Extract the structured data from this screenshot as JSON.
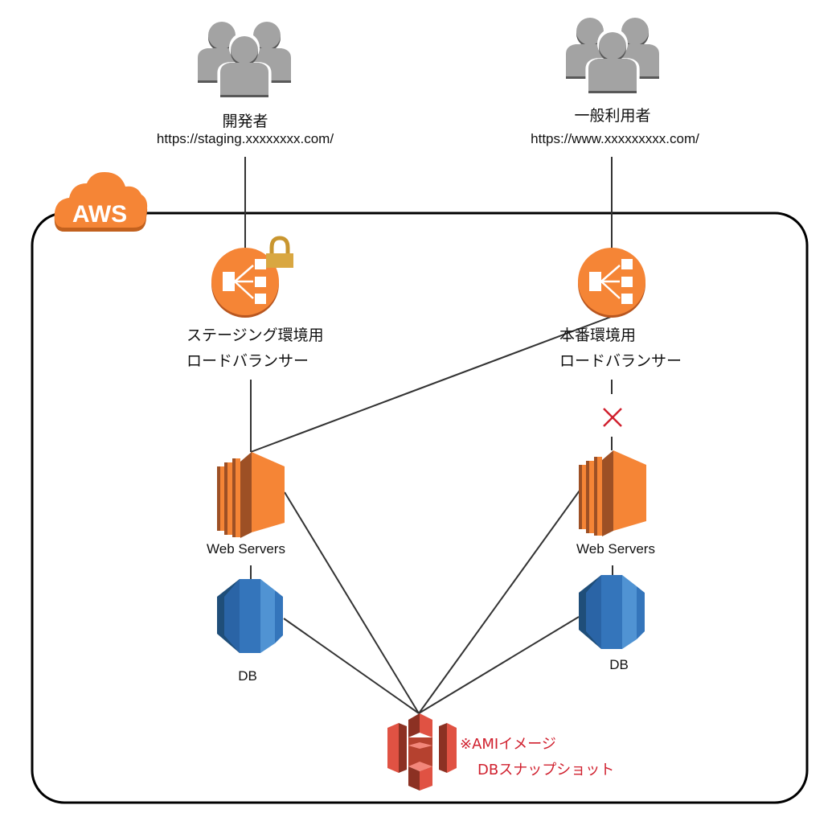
{
  "diagram": {
    "container": {
      "label": "AWS"
    },
    "users": [
      {
        "id": "developers",
        "name": "開発者",
        "url": "https://staging.xxxxxxxx.com/",
        "icon": "users-group-icon"
      },
      {
        "id": "general_users",
        "name": "一般利用者",
        "url": "https://www.xxxxxxxxx.com/",
        "icon": "users-group-icon"
      }
    ],
    "load_balancers": [
      {
        "id": "staging_lb",
        "line1": "ステージング環境用",
        "line2": "ロードバランサー",
        "icon": "elastic-load-balancer-icon",
        "badge": "lock-icon"
      },
      {
        "id": "prod_lb",
        "line1": "本番環境用",
        "line2": "ロードバランサー",
        "icon": "elastic-load-balancer-icon"
      }
    ],
    "web_servers": [
      {
        "id": "staging_web",
        "label": "Web Servers",
        "icon": "ec2-instances-icon"
      },
      {
        "id": "prod_web",
        "label": "Web Servers",
        "icon": "ec2-instances-icon"
      }
    ],
    "databases": [
      {
        "id": "staging_db",
        "label": "DB",
        "icon": "rds-database-icon"
      },
      {
        "id": "prod_db",
        "label": "DB",
        "icon": "rds-database-icon"
      }
    ],
    "storage": {
      "id": "s3",
      "icon": "s3-bucket-icon",
      "note_line1": "※AMIイメージ",
      "note_line2": "DBスナップショット"
    },
    "connections": [
      {
        "from": "developers",
        "to": "staging_lb"
      },
      {
        "from": "general_users",
        "to": "prod_lb"
      },
      {
        "from": "staging_lb",
        "to": "staging_web"
      },
      {
        "from": "prod_lb",
        "to": "staging_web"
      },
      {
        "from": "prod_lb",
        "to": "prod_web",
        "status": "disconnected",
        "marker": "×"
      },
      {
        "from": "staging_web",
        "to": "staging_db"
      },
      {
        "from": "prod_web",
        "to": "prod_db"
      },
      {
        "from": "staging_web",
        "to": "s3"
      },
      {
        "from": "staging_db",
        "to": "s3"
      },
      {
        "from": "prod_web",
        "to": "s3"
      },
      {
        "from": "prod_db",
        "to": "s3"
      }
    ],
    "colors": {
      "aws_orange": "#f58536",
      "ec2_dark": "#9d5025",
      "rds_blue": "#2e73b8",
      "s3_red": "#e05243",
      "user_gray": "#9e9e9e",
      "lock_gold": "#d9a741",
      "note_red": "#d0202e",
      "line": "#333333"
    }
  }
}
